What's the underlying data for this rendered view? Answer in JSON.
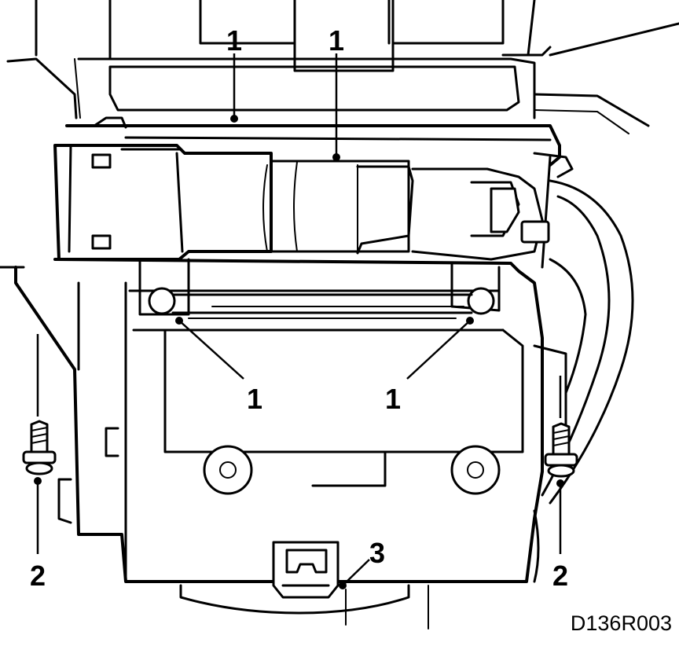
{
  "callouts": {
    "c1_top_left": "1",
    "c1_top_right": "1",
    "c1_mid_left": "1",
    "c1_mid_right": "1",
    "c2_left": "2",
    "c2_right": "2",
    "c3": "3"
  },
  "figure_ref": "D136R003"
}
